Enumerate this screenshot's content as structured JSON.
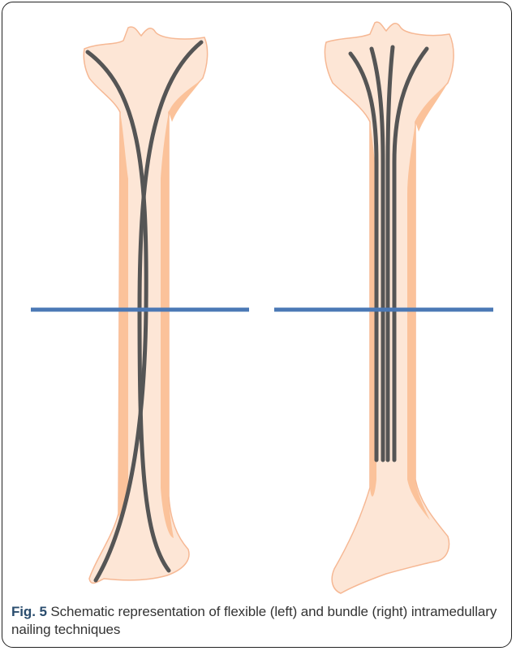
{
  "figure": {
    "label": "Fig. 5",
    "caption_text": "Schematic representation of flexible (left) and bundle (right) intramedullary nailing techniques"
  },
  "diagram": {
    "panels": [
      {
        "name": "flexible",
        "nail_count": 2
      },
      {
        "name": "bundle",
        "nail_count": 4
      }
    ],
    "colors": {
      "bone_fill": "#fde6d6",
      "cortex": "#fbc29a",
      "bone_outline": "#f4b48a",
      "nail": "#555555",
      "fracture_line": "#4a78b5"
    }
  }
}
